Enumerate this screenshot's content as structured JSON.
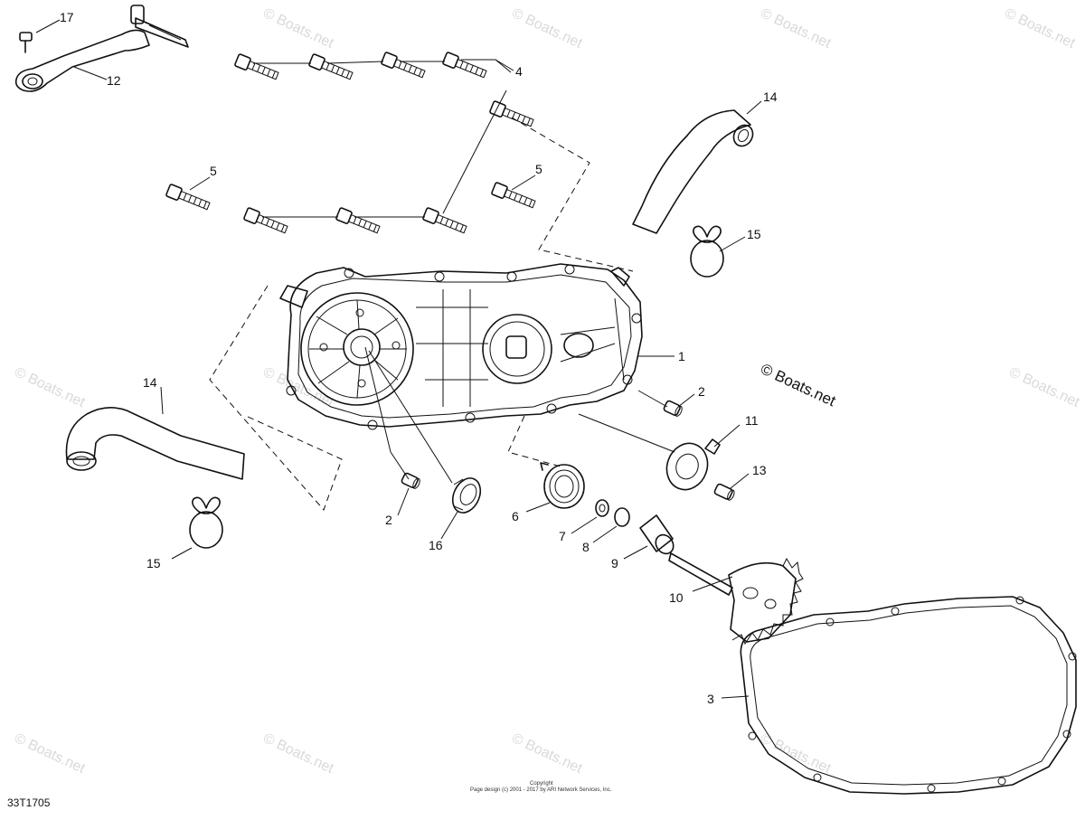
{
  "diagram": {
    "code": "33T1705",
    "brand": "© Boats.net",
    "watermark": "© Boats.net",
    "copyright_title": "Copyright",
    "copyright_text": "Page design (c) 2001 - 2017 by ARI Network Services, Inc.",
    "callouts": {
      "c1": "1",
      "c2a": "2",
      "c2b": "2",
      "c3": "3",
      "c4": "4",
      "c5a": "5",
      "c5b": "5",
      "c6": "6",
      "c7": "7",
      "c8": "8",
      "c9": "9",
      "c10": "10",
      "c11": "11",
      "c12": "12",
      "c13": "13",
      "c14a": "14",
      "c14b": "14",
      "c15a": "15",
      "c15b": "15",
      "c16": "16",
      "c17": "17"
    }
  }
}
